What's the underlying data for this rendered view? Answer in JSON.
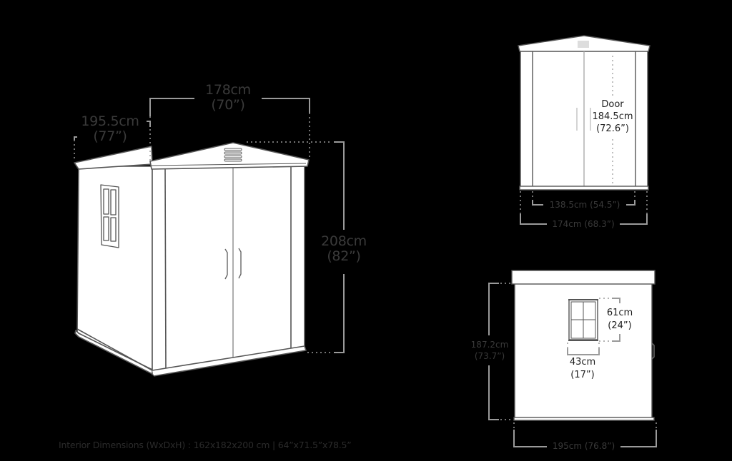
{
  "colors": {
    "background": "#000000",
    "shed_fill": "#ffffff",
    "shed_stroke": "#555555",
    "dimension_line": "#9a9a9a",
    "label_text": "#3a3a3a"
  },
  "perspective_view": {
    "width_label": {
      "metric": "178cm",
      "imperial": "(70”)"
    },
    "depth_label": {
      "metric": "195.5cm",
      "imperial": "(77”)"
    },
    "height_label": {
      "metric": "208cm",
      "imperial": "(82”)"
    }
  },
  "front_view": {
    "door_label": {
      "title": "Door",
      "metric": "184.5cm",
      "imperial": "(72.6”)"
    },
    "door_width_label": "138.5cm (54.5”)",
    "total_width_label": "174cm (68.3”)"
  },
  "side_view": {
    "height_label": {
      "metric": "187.2cm",
      "imperial": "(73.7”)"
    },
    "window_height_label": {
      "metric": "61cm",
      "imperial": "(24”)"
    },
    "window_width_label": {
      "metric": "43cm",
      "imperial": "(17”)"
    },
    "depth_label": "195cm (76.8”)"
  },
  "footer": {
    "interior_dimensions": "Interior Dimensions (WxDxH) : 162x182x200 cm | 64”x71.5”x78.5”"
  }
}
